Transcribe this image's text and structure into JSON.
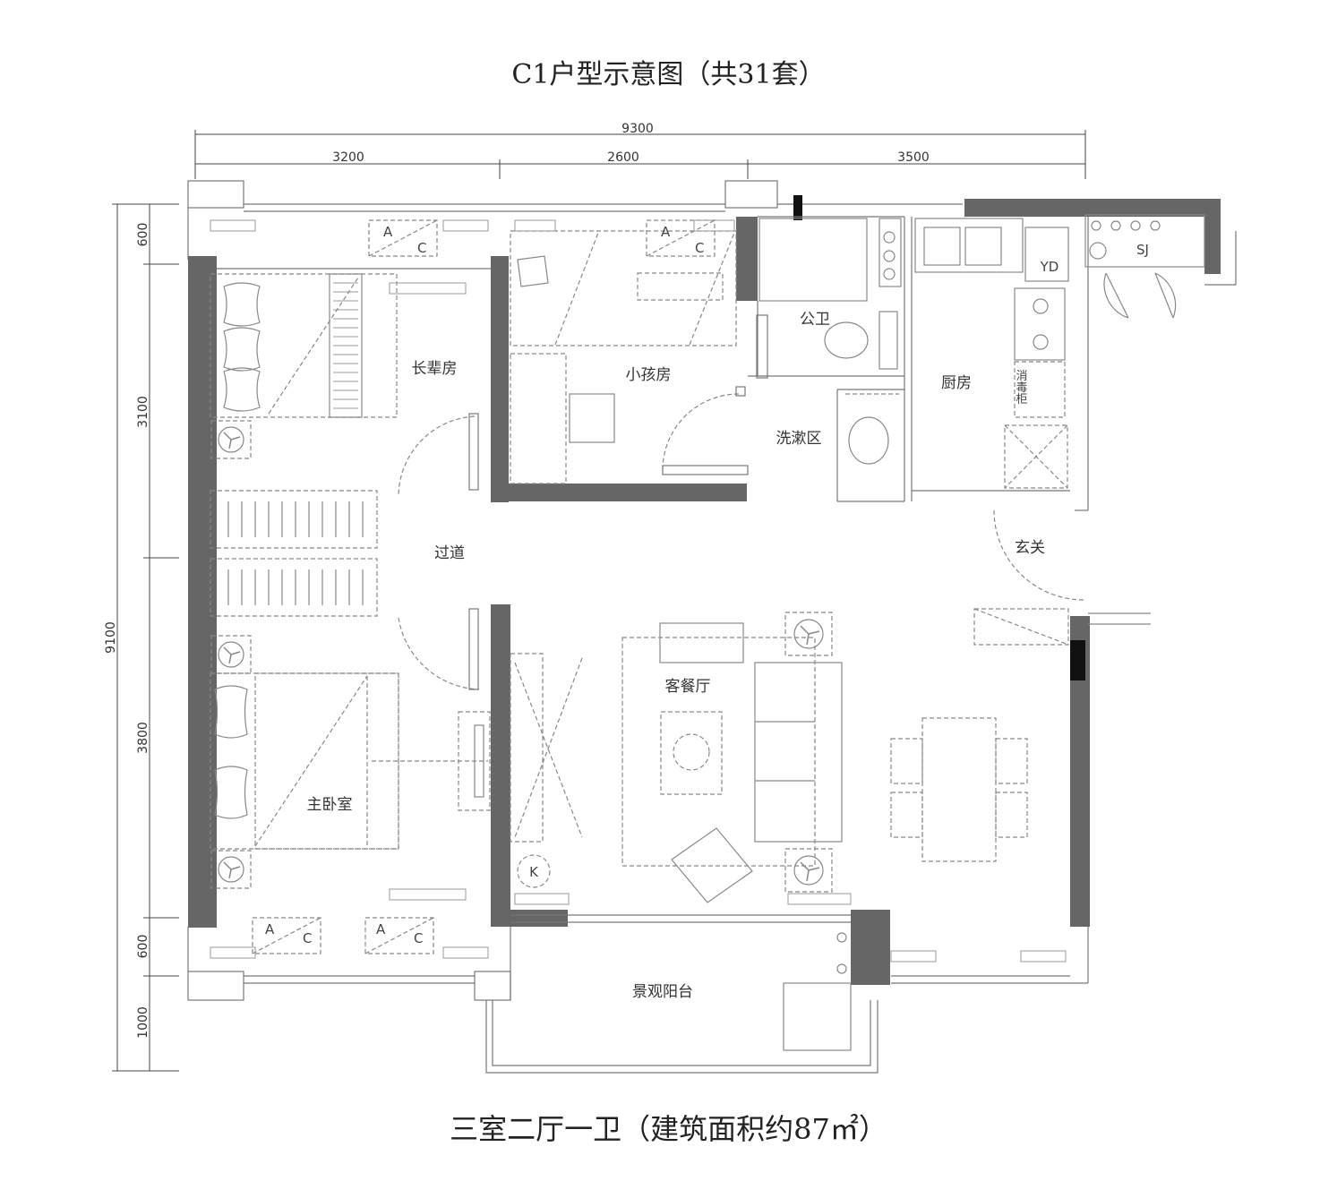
{
  "title": "C1户型示意图（共31套）",
  "caption": "三室二厅一卫（建筑面积约87㎡）",
  "dimensions": {
    "top_total": "9300",
    "top_segments": [
      "3200",
      "2600",
      "3500"
    ],
    "left_total": "9100",
    "left_segments": [
      "600",
      "3100",
      "3800",
      "600",
      "1000"
    ]
  },
  "rooms": {
    "elder_room": "长辈房",
    "child_room": "小孩房",
    "public_bath": "公卫",
    "kitchen": "厨房",
    "wash_area": "洗漱区",
    "corridor": "过道",
    "entrance": "玄关",
    "living_dining": "客餐厅",
    "master_bedroom": "主卧室",
    "balcony": "景观阳台"
  },
  "fixture_tags": {
    "water_heater": "YD",
    "water_well": "SJ",
    "disinfection_cabinet": "消毒柜",
    "ac_a": "A",
    "ac_c": "C",
    "ac_k": "K"
  }
}
